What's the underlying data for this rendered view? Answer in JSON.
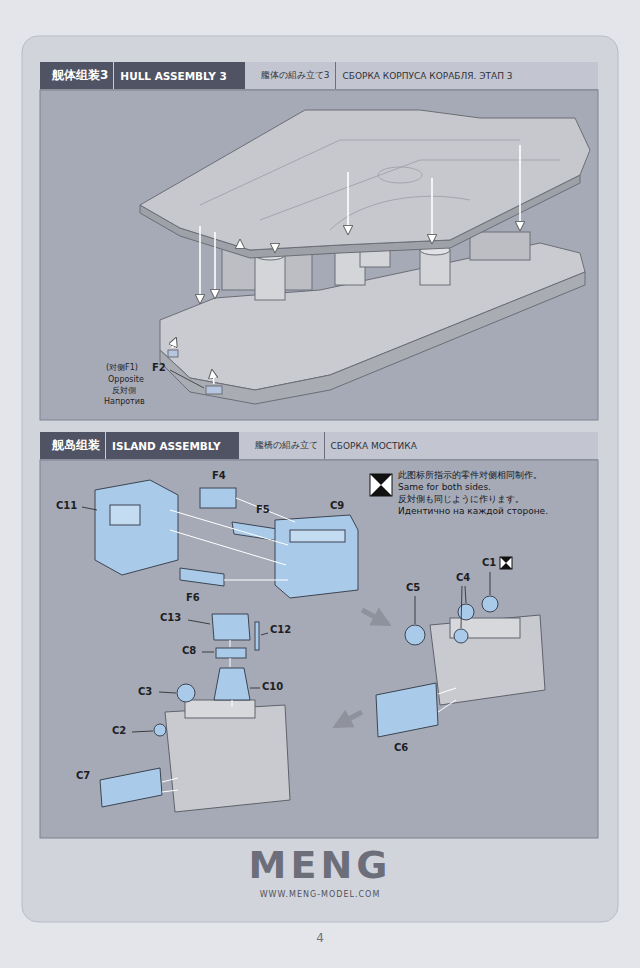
{
  "diagram": {
    "nodes": [
      {
        "text": [
          "舰体组装3",
          "HULL ASSEMBLY 3",
          "艦体の組み立て3",
          "СБОРКА КОРПУСА КОРАБЛЯ. ЭТАП 3"
        ]
      },
      {
        "text": [
          "舰岛组装",
          "ISLAND ASSEMBLY",
          "艦橋の組み立て",
          "СБОРКА МОСТИКА"
        ]
      }
    ],
    "labels": [
      "(对侧F1)",
      "F2",
      "Opposite",
      "反対側",
      "Напротив",
      "F4",
      "C11",
      "F5",
      "C9",
      "F6",
      "此图标所指示的零件对侧相同制作。",
      "Same for both sides.",
      "反対側も同じように作ります。",
      "Идентично на каждой стороне.",
      "C5",
      "C4",
      "C1",
      "C13",
      "C12",
      "C8",
      "C10",
      "C3",
      "C2",
      "C7",
      "C6",
      "MENG",
      "WWW.MENG-MODEL.COM",
      "4"
    ]
  }
}
